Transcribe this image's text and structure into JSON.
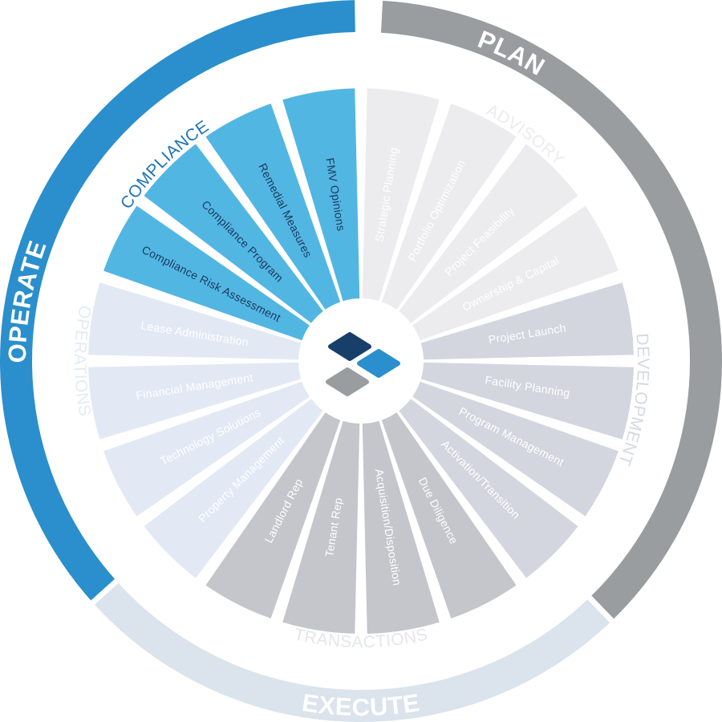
{
  "phases": [
    {
      "key": "plan",
      "label": "PLAN",
      "color": "#9a9d9f"
    },
    {
      "key": "execute",
      "label": "EXECUTE",
      "color": "#dbe3ec"
    },
    {
      "key": "operate",
      "label": "OPERATE",
      "color": "#2a8fcc"
    }
  ],
  "categories": [
    {
      "key": "advisory",
      "label": "ADVISORY",
      "color": "#ececee"
    },
    {
      "key": "development",
      "label": "DEVELOPMENT",
      "color": "#d6d9e1"
    },
    {
      "key": "transactions",
      "label": "TRANSACTIONS",
      "color": "#e5e6ea"
    },
    {
      "key": "operations",
      "label": "OPERATIONS",
      "color": "#e4ebf5"
    },
    {
      "key": "compliance",
      "label": "COMPLIANCE",
      "color": "#1f74b5"
    }
  ],
  "slices": [
    {
      "label": "Strategic Planning",
      "category": "advisory",
      "fill": "#ececee",
      "text": "#ffffff"
    },
    {
      "label": "Portfolio Optimization",
      "category": "advisory",
      "fill": "#ececee",
      "text": "#ffffff"
    },
    {
      "label": "Project Feasibility",
      "category": "advisory",
      "fill": "#ececee",
      "text": "#ffffff"
    },
    {
      "label": "Ownership & Capital",
      "category": "advisory",
      "fill": "#ececee",
      "text": "#ffffff"
    },
    {
      "label": "Project Launch",
      "category": "development",
      "fill": "#d3d6df",
      "text": "#ffffff"
    },
    {
      "label": "Facility Planning",
      "category": "development",
      "fill": "#d3d6df",
      "text": "#ffffff"
    },
    {
      "label": "Program Management",
      "category": "development",
      "fill": "#d3d6df",
      "text": "#ffffff"
    },
    {
      "label": "Activation/Transition",
      "category": "development",
      "fill": "#d3d6df",
      "text": "#ffffff"
    },
    {
      "label": "Due Diligence",
      "category": "transactions",
      "fill": "#c5c5cc",
      "text": "#ffffff"
    },
    {
      "label": "Acquisition/Disposition",
      "category": "transactions",
      "fill": "#c5c5cc",
      "text": "#ffffff"
    },
    {
      "label": "Tenant Rep",
      "category": "transactions",
      "fill": "#c5c5cc",
      "text": "#ffffff"
    },
    {
      "label": "Landlord Rep",
      "category": "transactions",
      "fill": "#c5c5cc",
      "text": "#ffffff"
    },
    {
      "label": "Property Management",
      "category": "operations",
      "fill": "#e2e9f5",
      "text": "#ffffff"
    },
    {
      "label": "Technology Solutions",
      "category": "operations",
      "fill": "#e2e9f5",
      "text": "#ffffff"
    },
    {
      "label": "Financial Management",
      "category": "operations",
      "fill": "#e2e9f5",
      "text": "#ffffff"
    },
    {
      "label": "Lease Administration",
      "category": "operations",
      "fill": "#e2e9f5",
      "text": "#ffffff"
    },
    {
      "label": "Compliance Risk Assessment",
      "category": "compliance",
      "fill": "#52b6e3",
      "text": "#1b3a5c"
    },
    {
      "label": "Compliance Program",
      "category": "compliance",
      "fill": "#52b6e3",
      "text": "#1b3a5c"
    },
    {
      "label": "Remedial Measures",
      "category": "compliance",
      "fill": "#52b6e3",
      "text": "#1b3a5c"
    },
    {
      "label": "FMV Opinions",
      "category": "compliance",
      "fill": "#52b6e3",
      "text": "#1b3a5c"
    }
  ],
  "logo": {
    "colors": [
      "#183f6a",
      "#2a8fcc",
      "#9a9d9f"
    ]
  }
}
